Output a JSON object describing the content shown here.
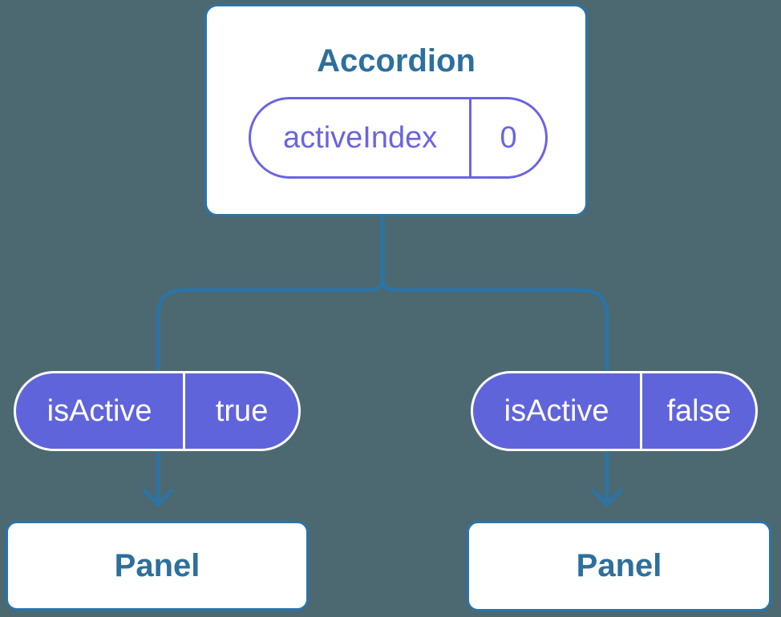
{
  "palette": {
    "background": "#4c6972",
    "line": "#2b74a8",
    "node_border": "#2b74a8",
    "node_text": "#2d6f9d",
    "purple_fill": "#6064db",
    "purple_accent": "#6a64e2",
    "white": "#ffffff"
  },
  "diagram": {
    "root": {
      "title": "Accordion",
      "prop": {
        "name": "activeIndex",
        "value": "0"
      }
    },
    "children": [
      {
        "prop": {
          "name": "isActive",
          "value": "true"
        },
        "node": {
          "title": "Panel"
        }
      },
      {
        "prop": {
          "name": "isActive",
          "value": "false"
        },
        "node": {
          "title": "Panel"
        }
      }
    ]
  }
}
